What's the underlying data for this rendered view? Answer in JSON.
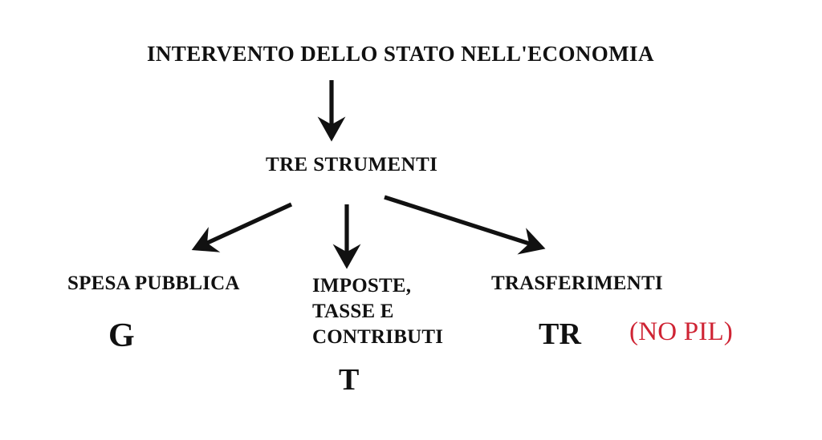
{
  "diagram": {
    "background_color": "#ffffff",
    "text_color": "#111111",
    "accent_color": "#cf2434",
    "title": "INTERVENTO DELLO STATO NELL'ECONOMIA",
    "subtitle": "TRE STRUMENTI",
    "branches": [
      {
        "label": "SPESA PUBBLICA",
        "symbol": "G"
      },
      {
        "label": "IMPOSTE,\nTASSE E\nCONTRIBUTI",
        "symbol": "T"
      },
      {
        "label": "TRASFERIMENTI",
        "symbol": "TR",
        "note": "(NO PIL)"
      }
    ],
    "arrows": [
      {
        "name": "arrow-title-to-subtitle",
        "direction": "down"
      },
      {
        "name": "arrow-subtitle-to-spesa-pubblica",
        "direction": "down-left"
      },
      {
        "name": "arrow-subtitle-to-imposte",
        "direction": "down"
      },
      {
        "name": "arrow-subtitle-to-trasferimenti",
        "direction": "down-right"
      }
    ]
  }
}
